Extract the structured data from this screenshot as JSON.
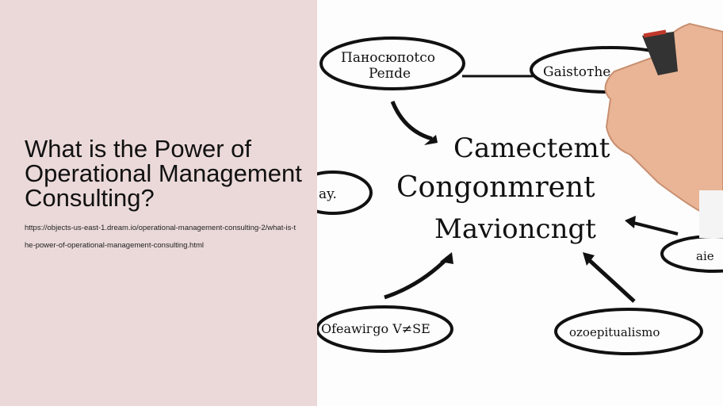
{
  "article": {
    "title": "What is the Power of Operational Management Consulting?",
    "url": "https://objects-us-east-1.dream.io/operational-management-consulting-2/what-is-the-power-of-operational-management-consulting.html"
  },
  "illustration": {
    "center_lines": [
      "Camectemt",
      "Congonmrent",
      "Mavioncngt"
    ],
    "bubbles": [
      "Пaноcюпоtco",
      "Peпde",
      "Gaistoтhe",
      "ay.",
      "aie",
      "Ofeawiгgo V≠SE",
      "ozoepitualismo"
    ]
  }
}
